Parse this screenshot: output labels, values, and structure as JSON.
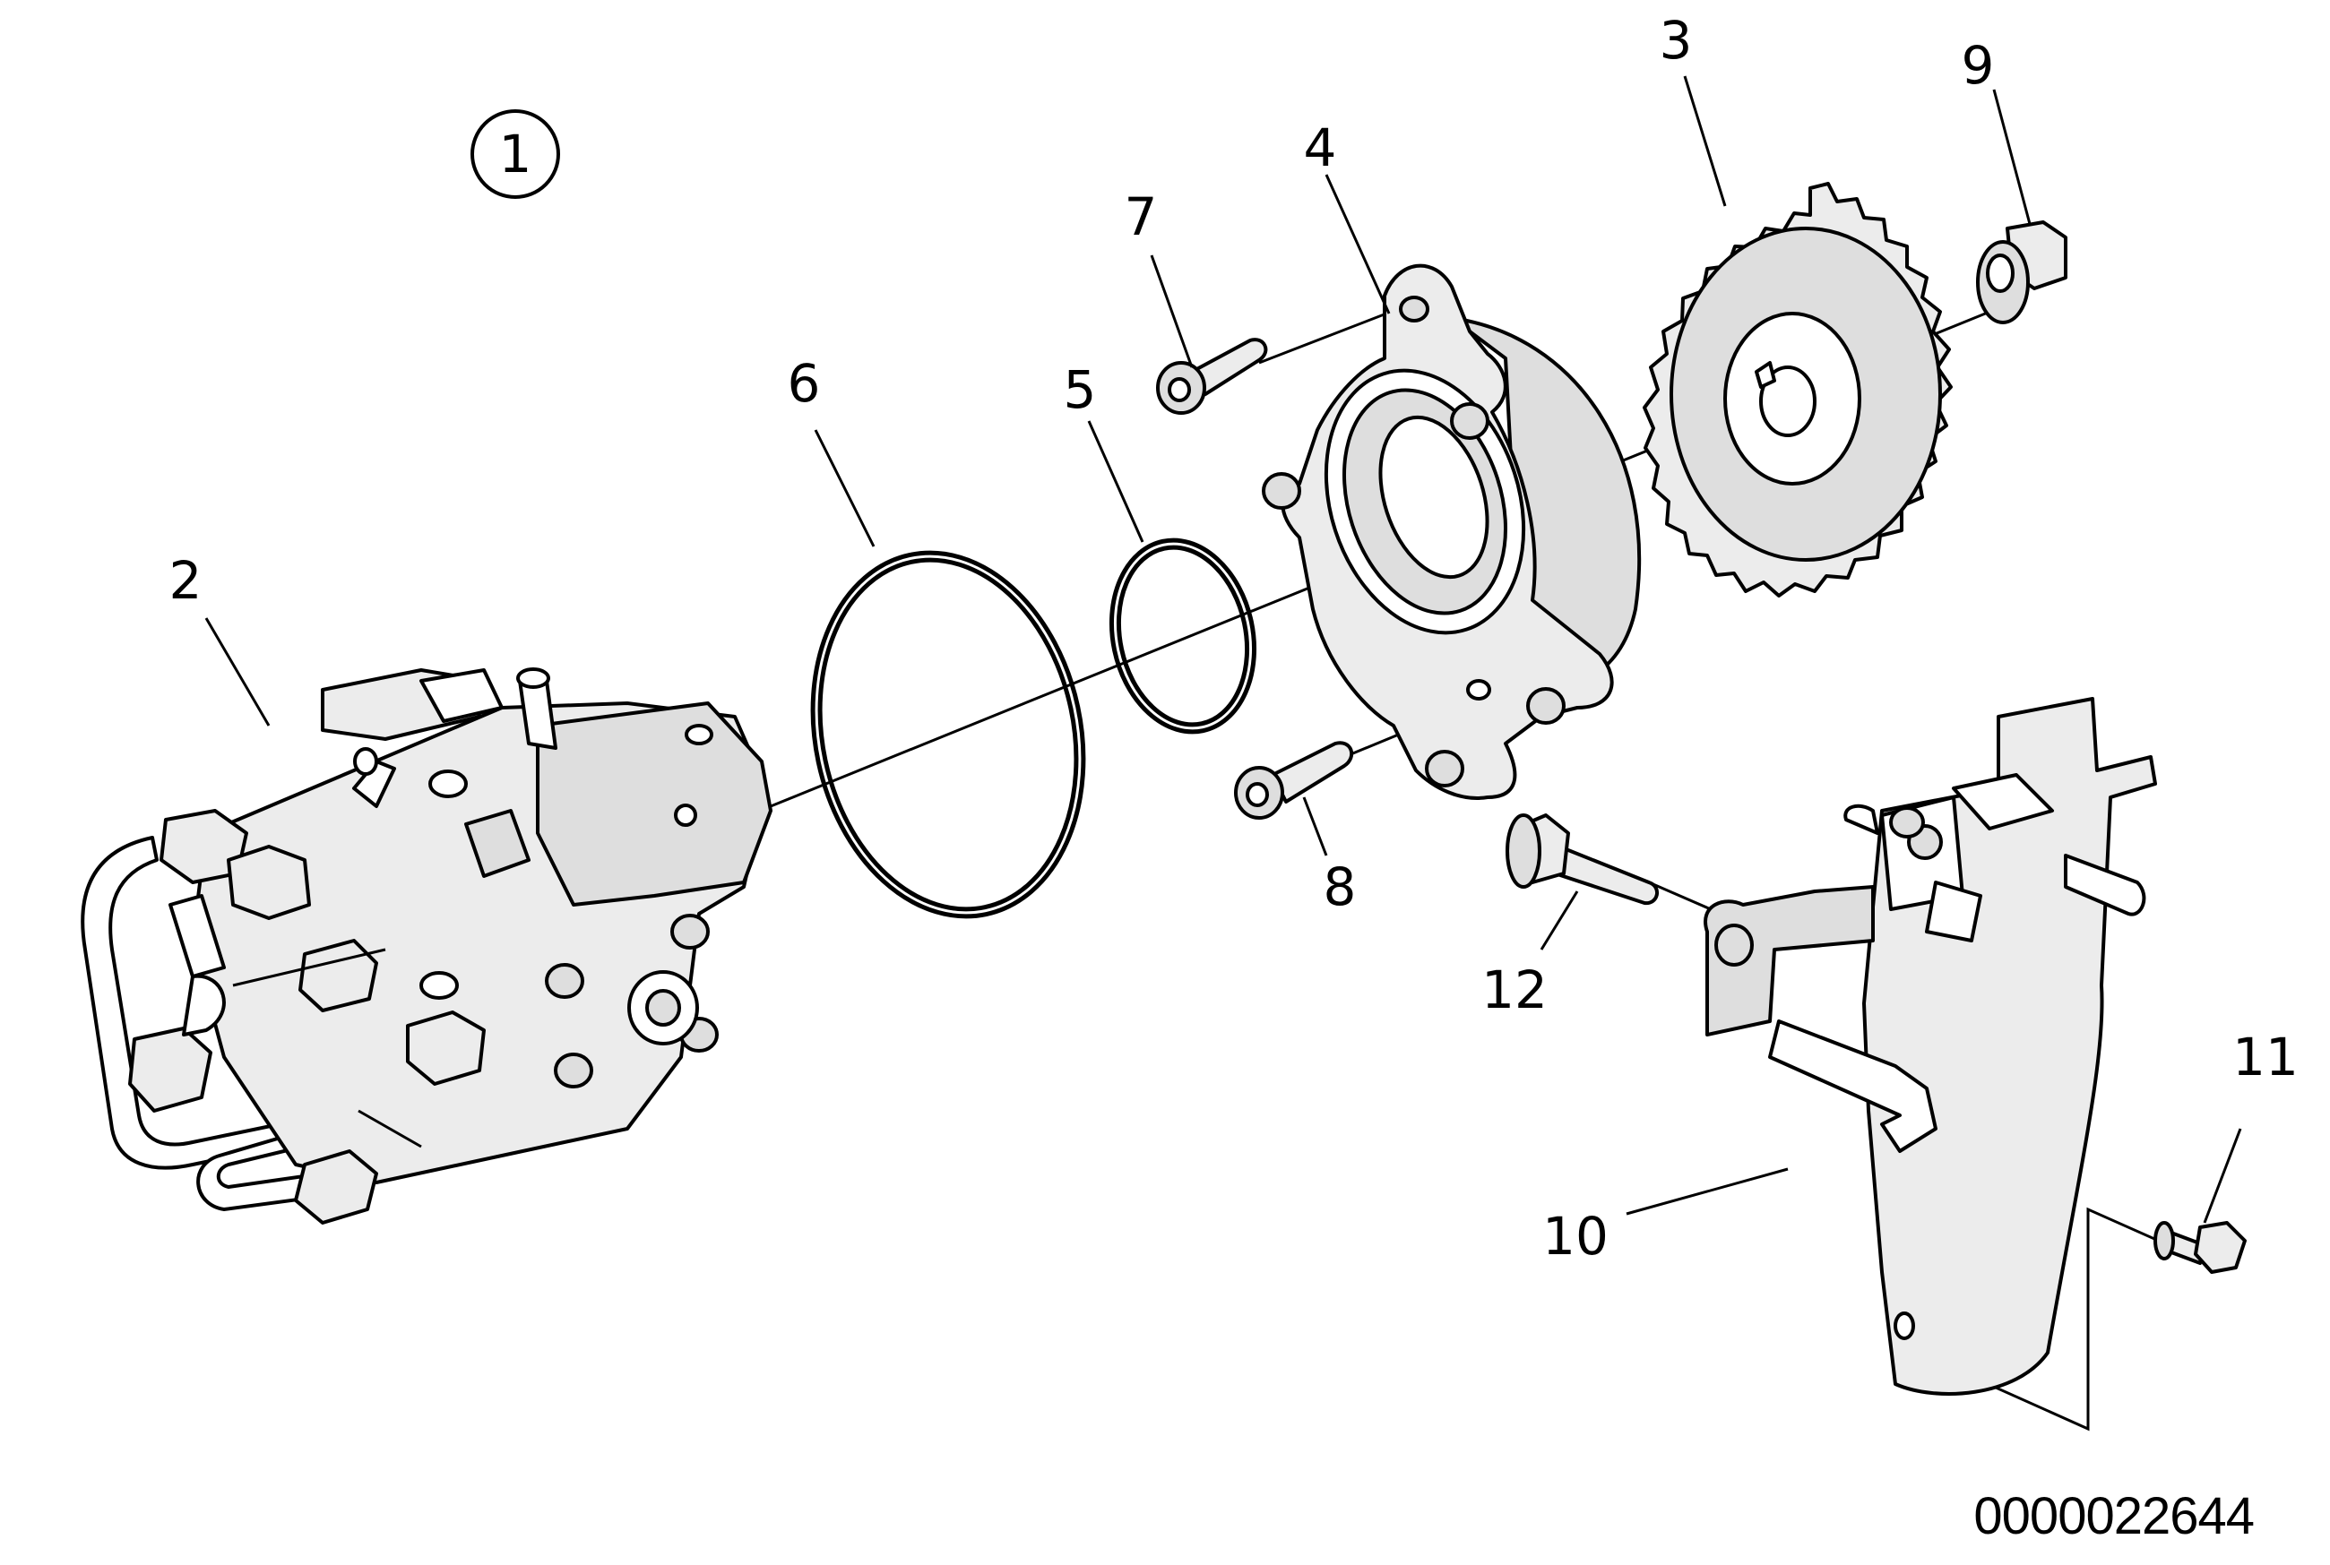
{
  "diagram": {
    "group_marker": "1",
    "callouts": [
      {
        "id": "c1",
        "label": "2"
      },
      {
        "id": "c2",
        "label": "3"
      },
      {
        "id": "c3",
        "label": "4"
      },
      {
        "id": "c4",
        "label": "5"
      },
      {
        "id": "c5",
        "label": "6"
      },
      {
        "id": "c6",
        "label": "7"
      },
      {
        "id": "c7",
        "label": "8"
      },
      {
        "id": "c8",
        "label": "9"
      },
      {
        "id": "c9",
        "label": "10"
      },
      {
        "id": "c10",
        "label": "11"
      },
      {
        "id": "c11",
        "label": "12"
      }
    ],
    "document_number": "0000022644",
    "colors": {
      "line": "#000000",
      "part_fill": "#ececec",
      "background": "#ffffff"
    }
  }
}
